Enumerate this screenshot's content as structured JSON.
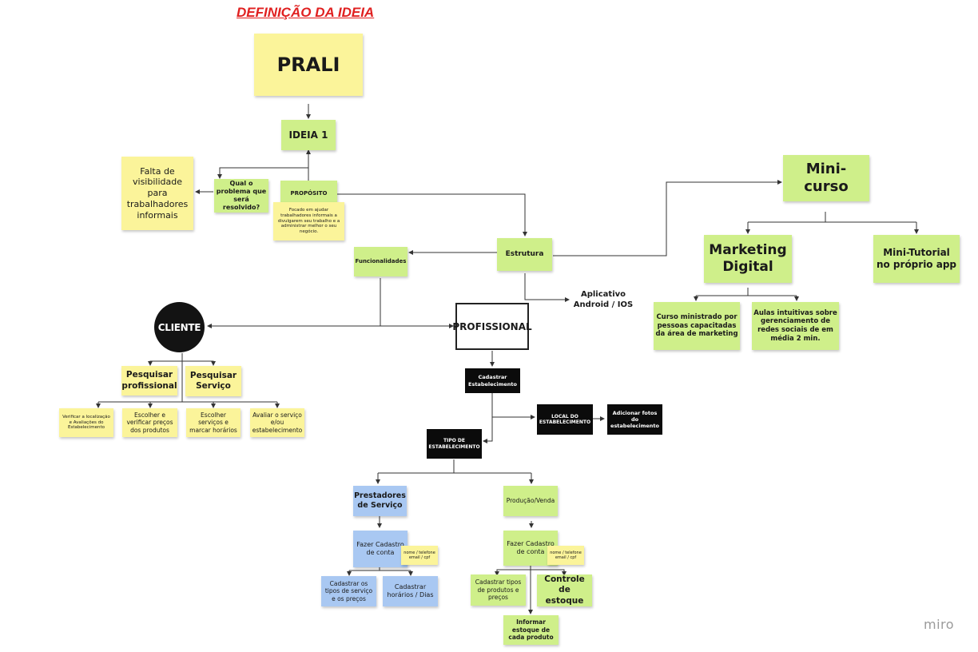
{
  "title": "DEFINIÇÃO DA IDEIA",
  "nodes": {
    "prali": "PRALI",
    "ideia1": "IDEIA 1",
    "falta": "Falta de visibilidade para trabalhadores informais",
    "qual": "Qual o problema que será resolvido?",
    "proposito": "PROPÓSITO",
    "focado": "Focado em ajudar trabalhadores informais a divulgarem seu trabalho e a administrar melhor o seu negócio.",
    "funcionalidades": "Funcionalidades",
    "estrutura": "Estrutura",
    "aplicativo": "Aplicativo\nAndroid / IOS",
    "cliente": "CLIENTE",
    "profissional": "PROFISSIONAL",
    "pesquisar_prof": "Pesquisar profissional",
    "pesquisar_serv": "Pesquisar Serviço",
    "verificar": "Verificar a localização e Avaliações do Estabelecimento",
    "escolher_precos": "Escolher e verificar preços dos produtos",
    "escolher_serv": "Escolher serviços e marcar horários",
    "avaliar": "Avaliar o serviço e/ou estabelecimento",
    "cadastrar_estab": "Cadastrar Estabelecimento",
    "local": "LOCAL DO ESTABELECIMENTO",
    "adicionar_fotos": "Adicionar fotos do estabelecimento",
    "tipo": "TIPO DE ESTABELECIMENTO",
    "prestadores": "Prestadores de Serviço",
    "producao": "Produção/Venda",
    "cadastro1": "Fazer Cadastro de conta",
    "nome1": "nome / telefone email / cpf",
    "cadastro2": "Fazer Cadastro de conta",
    "nome2": "nome / telefone email / cpf",
    "tipos_serv": "Cadastrar os tipos de serviço e os preços",
    "horarios": "Cadastrar horários / Dias",
    "tipos_prod": "Cadastrar tipos de produtos e preços",
    "controle": "Controle de estoque",
    "informar": "Informar estoque de cada produto",
    "minicurso": "Mini-curso",
    "marketing": "Marketing Digital",
    "minitutorial": "Mini-Tutorial no próprio app",
    "curso": "Curso ministrado por pessoas capacitadas da área de marketing",
    "aulas": "Aulas intuitivas sobre gerenciamento de redes sociais de em média 2 min."
  },
  "colors": {
    "yellow": "#fbf49a",
    "green": "#cfef8a",
    "blue": "#a9c8f2",
    "black": "#0b0b0b",
    "title_red": "#e02020"
  },
  "watermark": "miro"
}
